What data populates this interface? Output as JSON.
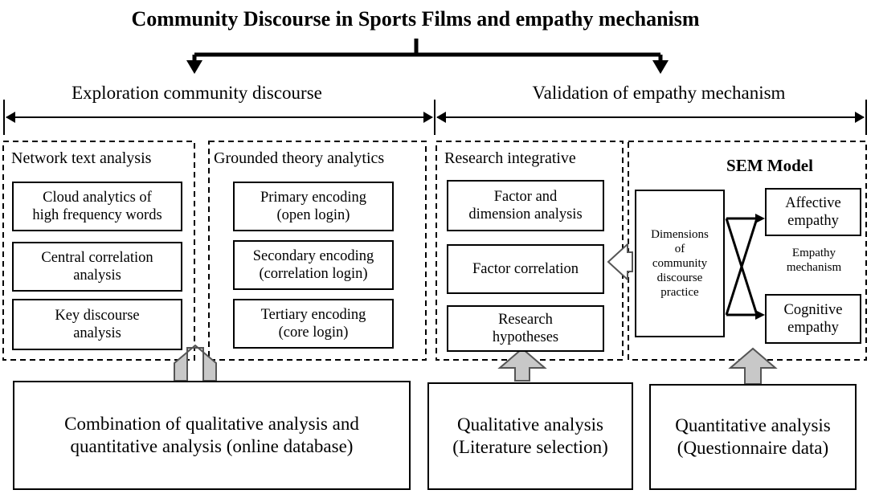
{
  "title": "Community Discourse in Sports Films and empathy mechanism",
  "sections": {
    "exploration": "Exploration community discourse",
    "validation": "Validation of empathy mechanism"
  },
  "columns": {
    "network": {
      "label": "Network text analysis",
      "items": [
        "Cloud analytics of\nhigh frequency words",
        "Central correlation\nanalysis",
        "Key discourse\nanalysis"
      ]
    },
    "grounded": {
      "label": "Grounded theory analytics",
      "items": [
        "Primary encoding\n(open login)",
        "Secondary encoding\n(correlation login)",
        "Tertiary encoding\n(core login)"
      ]
    },
    "research": {
      "label": "Research integrative",
      "items": [
        "Factor and\ndimension analysis",
        "Factor correlation",
        "Research\nhypotheses"
      ]
    },
    "sem": {
      "label": "SEM Model",
      "dimensions": "Dimensions\nof\ncommunity\ndiscourse\npractice",
      "affective": "Affective\nempathy",
      "cognitive": "Cognitive\nempathy",
      "mechanism": "Empathy\nmechanism"
    }
  },
  "sources": {
    "combination": "Combination of qualitative analysis and\nquantitative analysis (online database)",
    "qualitative": "Qualitative analysis\n(Literature selection)",
    "quantitative": "Quantitative analysis\n(Questionnaire data)"
  },
  "colors": {
    "stroke": "#000000",
    "arrow_fill": "#c8c8c8",
    "arrow_stroke": "#555555",
    "background": "#ffffff"
  }
}
